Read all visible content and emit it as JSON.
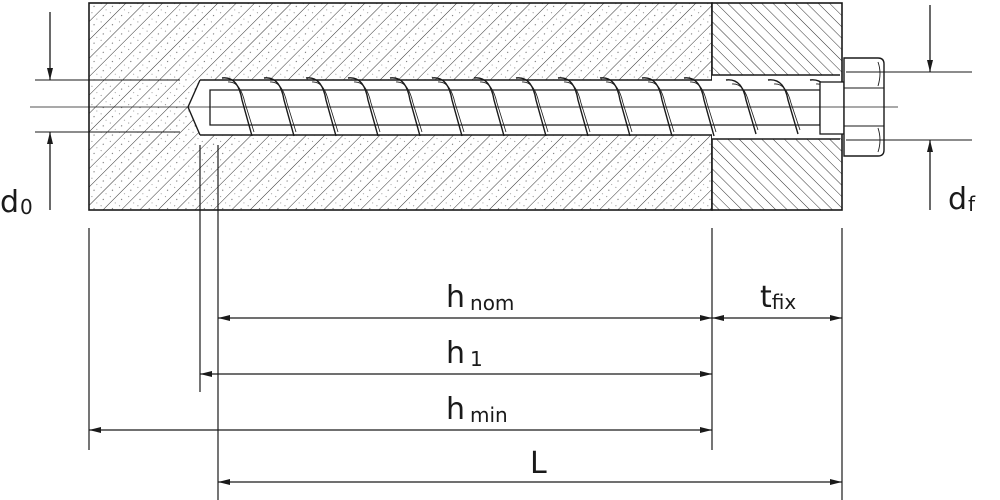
{
  "labels": {
    "d0": {
      "main": "d",
      "sub": "0"
    },
    "df": {
      "main": "d",
      "sub": "f"
    },
    "hnom": {
      "main": "h",
      "sub": "nom"
    },
    "tfix": {
      "main": "t",
      "sub": "fix"
    },
    "h1": {
      "main": "h",
      "sub": "1"
    },
    "hmin": {
      "main": "h",
      "sub": "min"
    },
    "L": {
      "main": "L",
      "sub": ""
    }
  },
  "colors": {
    "line": "#1a1a1a",
    "hatch": "#333333",
    "screw_fill": "#ffffff"
  }
}
